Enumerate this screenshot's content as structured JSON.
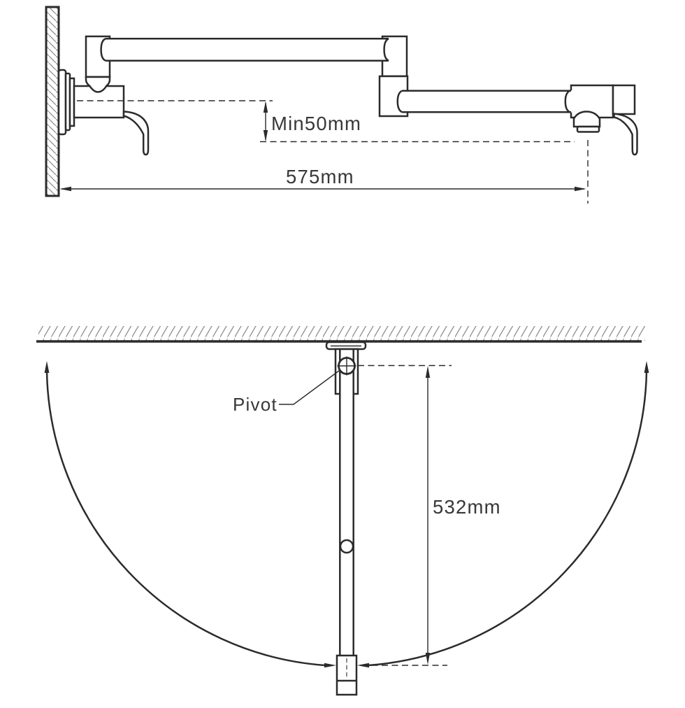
{
  "side_view": {
    "dims": {
      "min_clearance": "Min50mm",
      "reach": "575mm"
    }
  },
  "plan_view": {
    "labels": {
      "pivot": "Pivot"
    },
    "dims": {
      "swing_depth": "532mm"
    }
  },
  "colors": {
    "line": "#2b2b2b",
    "hatch": "#8f8f8f",
    "text": "#383838",
    "background": "#ffffff"
  }
}
